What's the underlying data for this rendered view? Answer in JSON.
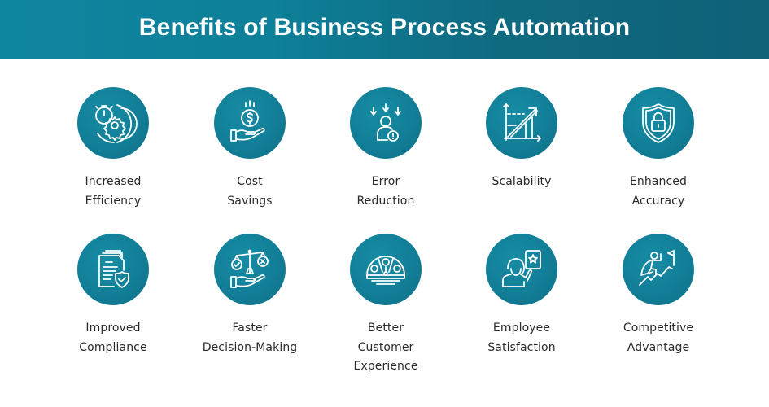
{
  "header": {
    "title": "Benefits of Business Process Automation",
    "gradient_start": "#0E859F",
    "gradient_end": "#0F6178"
  },
  "colors": {
    "circle": "#127E97",
    "icon_stroke": "#FFFFFF",
    "label_text": "#2A2A2A"
  },
  "benefits": [
    {
      "icon": "stopwatch-gear-icon",
      "lines": [
        "Increased",
        "Efficiency"
      ]
    },
    {
      "icon": "coin-hand-icon",
      "lines": [
        "Cost",
        "Savings"
      ]
    },
    {
      "icon": "user-error-arrows-icon",
      "lines": [
        "Error",
        "Reduction"
      ]
    },
    {
      "icon": "growth-chart-arrow-icon",
      "lines": [
        "Scalability"
      ]
    },
    {
      "icon": "shield-lock-icon",
      "lines": [
        "Enhanced",
        "Accuracy"
      ]
    },
    {
      "icon": "documents-shield-check-icon",
      "lines": [
        "Improved",
        "Compliance"
      ]
    },
    {
      "icon": "scale-hand-icon",
      "lines": [
        "Faster",
        "Decision-Making"
      ]
    },
    {
      "icon": "satisfaction-meter-icon",
      "lines": [
        "Better",
        "Customer",
        "Experience"
      ]
    },
    {
      "icon": "employee-star-icon",
      "lines": [
        "Employee",
        "Satisfaction"
      ]
    },
    {
      "icon": "hero-climb-flag-icon",
      "lines": [
        "Competitive",
        "Advantage"
      ]
    }
  ]
}
